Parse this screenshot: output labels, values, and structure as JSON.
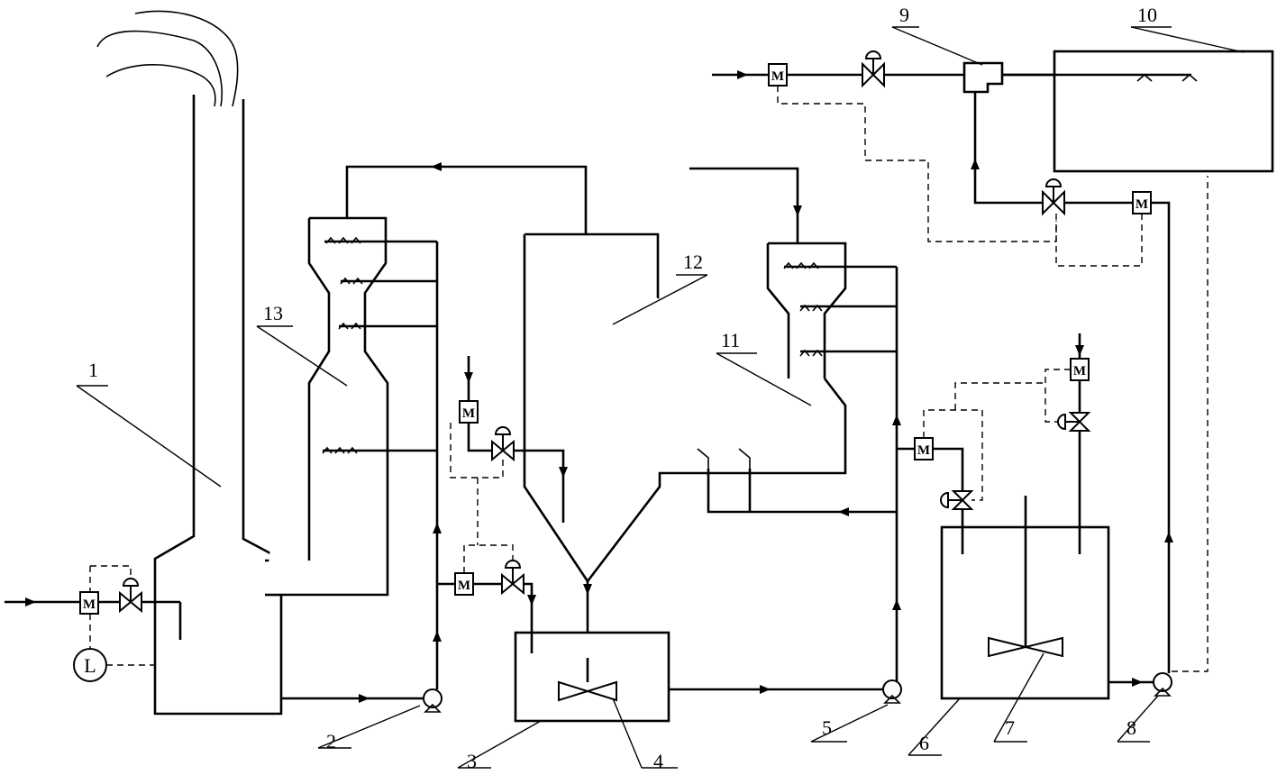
{
  "labels": {
    "n1": "1",
    "n2": "2",
    "n3": "3",
    "n4": "4",
    "n5": "5",
    "n6": "6",
    "n7": "7",
    "n8": "8",
    "n9": "9",
    "n10": "10",
    "n11": "11",
    "n12": "12",
    "n13": "13"
  },
  "meters": {
    "flowmeter": "M",
    "level_gauge": "L"
  }
}
